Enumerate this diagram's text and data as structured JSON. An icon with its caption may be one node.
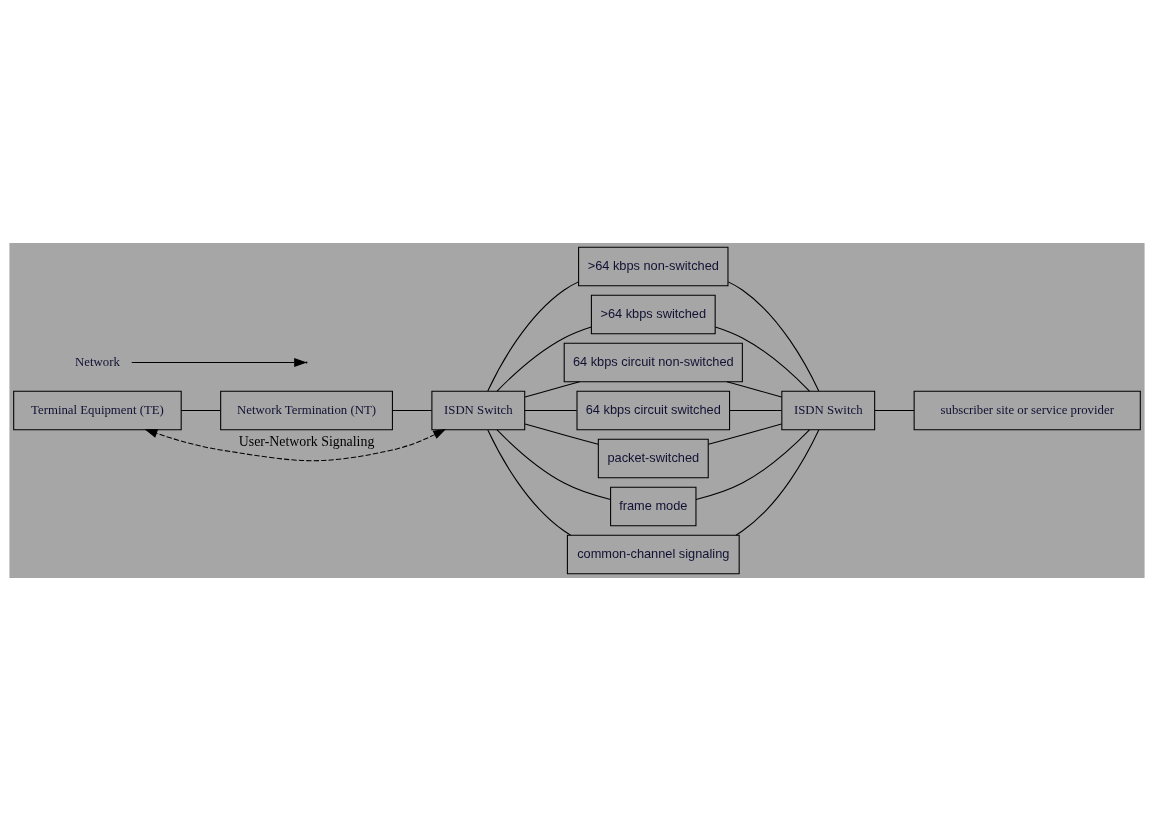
{
  "diagram": {
    "nodes": [
      {
        "text": [
          "Terminal Equipment (TE)"
        ]
      },
      {
        "text": [
          "Network Termination (NT)"
        ]
      },
      {
        "text": [
          "ISDN Switch"
        ]
      },
      {
        "text": [
          ">64 kbps non-switched"
        ]
      },
      {
        "text": [
          ">64 kbps switched"
        ]
      },
      {
        "text": [
          "64 kbps circuit non-switched"
        ]
      },
      {
        "text": [
          "64 kbps circuit switched"
        ]
      },
      {
        "text": [
          "packet-switched"
        ]
      },
      {
        "text": [
          "frame mode"
        ]
      },
      {
        "text": [
          "common-channel signaling"
        ]
      },
      {
        "text": [
          "ISDN Switch"
        ]
      },
      {
        "text": [
          "subscriber site or service provider"
        ]
      },
      {
        "text": [
          "Network"
        ]
      }
    ],
    "edges": [
      {
        "from": 0,
        "to": 1,
        "arrow": "none"
      },
      {
        "from": 1,
        "to": 2,
        "arrow": "none"
      },
      {
        "from": 2,
        "to": 3,
        "arrow": "none"
      },
      {
        "from": 2,
        "to": 4,
        "arrow": "none"
      },
      {
        "from": 2,
        "to": 5,
        "arrow": "none"
      },
      {
        "from": 2,
        "to": 6,
        "arrow": "none"
      },
      {
        "from": 2,
        "to": 7,
        "arrow": "none"
      },
      {
        "from": 2,
        "to": 8,
        "arrow": "none"
      },
      {
        "from": 2,
        "to": 9,
        "arrow": "none"
      },
      {
        "from": 3,
        "to": 10,
        "arrow": "none"
      },
      {
        "from": 4,
        "to": 10,
        "arrow": "none"
      },
      {
        "from": 5,
        "to": 10,
        "arrow": "none"
      },
      {
        "from": 6,
        "to": 10,
        "arrow": "none"
      },
      {
        "from": 7,
        "to": 10,
        "arrow": "none"
      },
      {
        "from": 8,
        "to": 10,
        "arrow": "none"
      },
      {
        "from": 9,
        "to": 10,
        "arrow": "none"
      },
      {
        "from": 10,
        "to": 11,
        "arrow": "none"
      },
      {
        "from": 2,
        "to": 0,
        "arrow": "both",
        "style": "dashed",
        "label": "User-Network Signaling"
      },
      {
        "from": 12,
        "to": null,
        "arrow": "to"
      }
    ]
  }
}
